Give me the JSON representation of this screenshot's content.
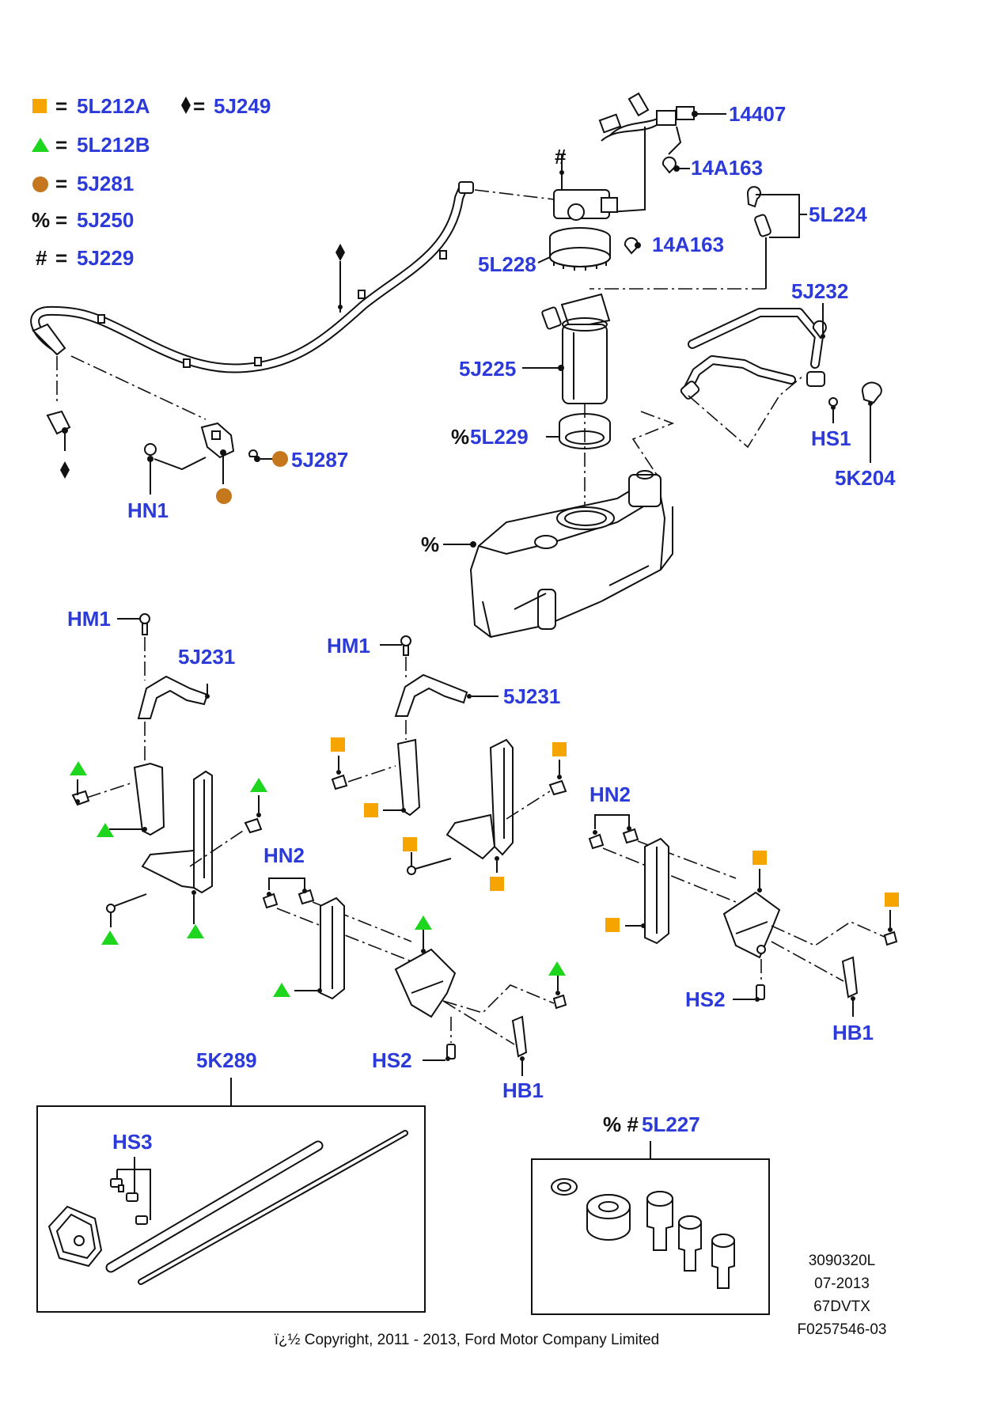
{
  "colors": {
    "label": "#2b3ad8",
    "square": "#f5a400",
    "triangle": "#1ed61e",
    "circle": "#c4771c"
  },
  "legend": {
    "square_code": "5L212A",
    "diamond_code": "5J249",
    "triangle_code": "5L212B",
    "circle_code": "5J281",
    "percent_code": "5J250",
    "hash_code": "5J229",
    "eq": "=",
    "percent_sym": "%",
    "hash_sym": "#"
  },
  "labels": {
    "p14407": "14407",
    "p14A163_a": "14A163",
    "p14A163_b": "14A163",
    "p5L224": "5L224",
    "p5L228": "5L228",
    "p5J232": "5J232",
    "p5J225": "5J225",
    "p5L229": "5L229",
    "p5L229_prefix": "%",
    "hs1": "HS1",
    "p5K204": "5K204",
    "p5J287": "5J287",
    "hn1": "HN1",
    "tank_mark": "%",
    "hash_mark": "#",
    "hm1_a": "HM1",
    "hm1_b": "HM1",
    "p5J231_a": "5J231",
    "p5J231_b": "5J231",
    "hn2_a": "HN2",
    "hn2_b": "HN2",
    "hs2_a": "HS2",
    "hs2_b": "HS2",
    "hb1_a": "HB1",
    "hb1_b": "HB1",
    "p5K289": "5K289",
    "hs3": "HS3",
    "p5L227": "5L227",
    "p5L227_prefix": "% #"
  },
  "footer": {
    "ref_1": "3090320L",
    "ref_2": "07-2013",
    "ref_3": "67DVTX",
    "ref_4": "F0257546-03",
    "copyright": "ï¿½ Copyright, 2011 - 2013, Ford Motor Company Limited"
  }
}
